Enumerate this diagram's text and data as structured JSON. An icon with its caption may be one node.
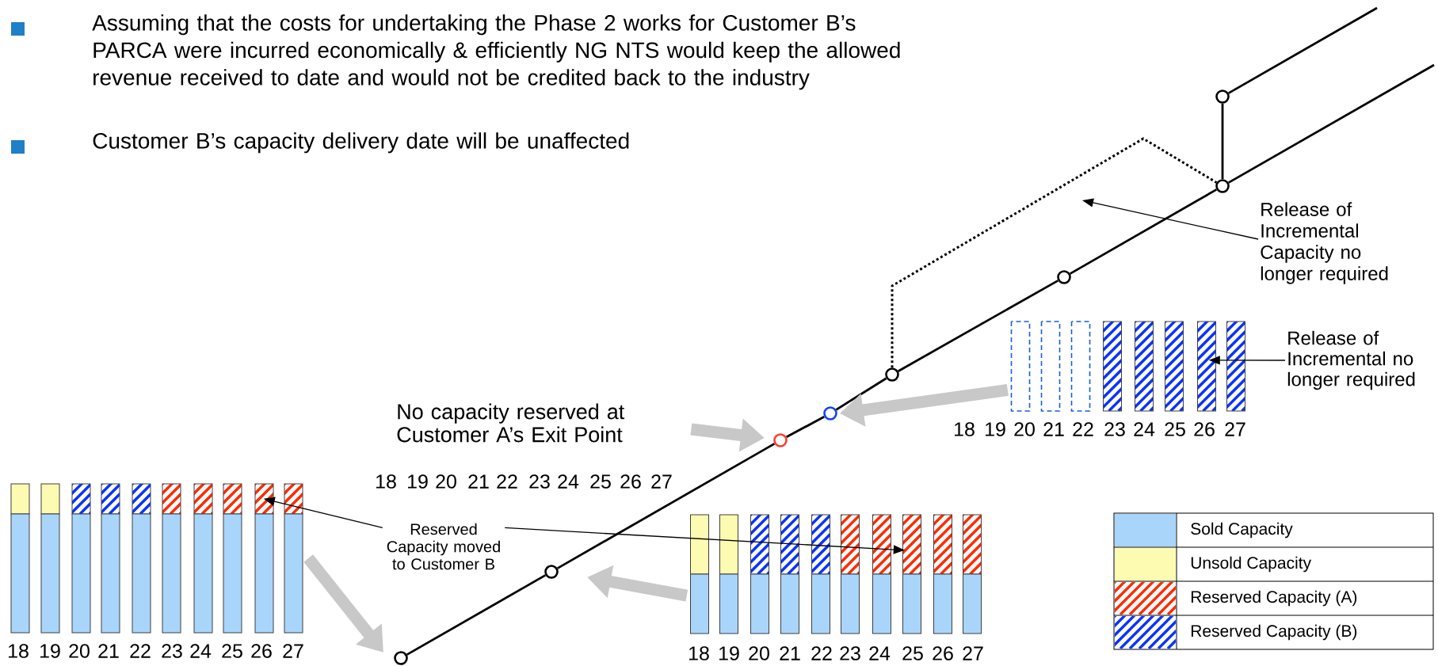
{
  "diagram": {
    "nodes": [
      {
        "text": [],
        "shape": "circle"
      },
      {
        "text": [],
        "shape": "circle"
      },
      {
        "text": [],
        "shape": "circle"
      },
      {
        "text": [],
        "shape": "circle"
      },
      {
        "text": [],
        "shape": "circle"
      },
      {
        "text": [],
        "shape": "circle"
      },
      {
        "text": [],
        "shape": "circle"
      },
      {
        "text": [],
        "shape": "circle"
      },
      {
        "text": [],
        "shape": "bar",
        "beside": [
          "18",
          "19",
          "20",
          "21",
          "22",
          "23",
          "24",
          "25",
          "26",
          "27"
        ]
      },
      {
        "text": [],
        "shape": "bar",
        "beside": [
          "18",
          "19",
          "20",
          "21",
          "22",
          "23",
          "24",
          "25",
          "26",
          "27"
        ]
      },
      {
        "text": [],
        "shape": "bar",
        "beside": [
          "18",
          "19",
          "20",
          "21",
          "22",
          "23",
          "24",
          "25",
          "26",
          "27"
        ]
      },
      {
        "text": [
          "No capacity reserved at Customer A’s Exit Point"
        ]
      },
      {
        "text": [
          "Reserved Capacity moved to Customer B"
        ]
      },
      {
        "text": [
          "Release of Incremental Capacity no longer required"
        ]
      },
      {
        "text": [
          "Release of Incremental no longer required"
        ]
      }
    ],
    "edges": [
      {
        "from": 0,
        "to": 1,
        "arrow": "none"
      },
      {
        "from": 1,
        "to": 2,
        "arrow": "none"
      },
      {
        "from": 2,
        "to": 3,
        "arrow": "none"
      },
      {
        "from": 3,
        "to": 4,
        "arrow": "none"
      },
      {
        "from": 4,
        "to": 5,
        "arrow": "none"
      },
      {
        "from": 5,
        "to": 6,
        "arrow": "none"
      },
      {
        "from": 6,
        "to": null,
        "arrow": "none"
      },
      {
        "from": 6,
        "to": 7,
        "arrow": "none"
      },
      {
        "from": 7,
        "to": null,
        "arrow": "none"
      },
      {
        "from": 4,
        "to": 6,
        "arrow": "none",
        "style": "dashed"
      },
      {
        "from": 8,
        "to": 0,
        "arrow": "to",
        "style": "thick",
        "color": "#c8c8c8"
      },
      {
        "from": 9,
        "to": 1,
        "arrow": "to",
        "style": "thick",
        "color": "#c8c8c8"
      },
      {
        "from": 10,
        "to": 3,
        "arrow": "to",
        "style": "thick",
        "color": "#c8c8c8"
      },
      {
        "from": 11,
        "to": 2,
        "arrow": "to",
        "style": "thick",
        "color": "#c8c8c8"
      },
      {
        "from": 12,
        "to": 8,
        "arrow": "to"
      },
      {
        "from": 12,
        "to": 9,
        "arrow": "to"
      },
      {
        "from": 13,
        "to": null,
        "arrow": "to"
      },
      {
        "from": 14,
        "to": 10,
        "arrow": "to"
      }
    ],
    "labels": [
      "Assuming that the costs for undertaking the Phase 2 works for Customer B’s PARCA were incurred economically & efficiently NG NTS would keep the allowed revenue received to date and would not be credited back to the industry",
      "Customer B’s capacity delivery date will be unaffected",
      "18",
      "19",
      "20",
      "21",
      "22",
      "23",
      "24",
      "25",
      "26",
      "27"
    ],
    "legend": [
      {
        "text": "Sold Capacity",
        "color": "#a9d5fb"
      },
      {
        "text": "Unsold Capacity",
        "color": "#fdfbb1"
      },
      {
        "text": "Reserved Capacity (A)",
        "color": "#ff2a00"
      },
      {
        "text": "Reserved Capacity (B)",
        "color": "#0a33ff"
      }
    ]
  }
}
